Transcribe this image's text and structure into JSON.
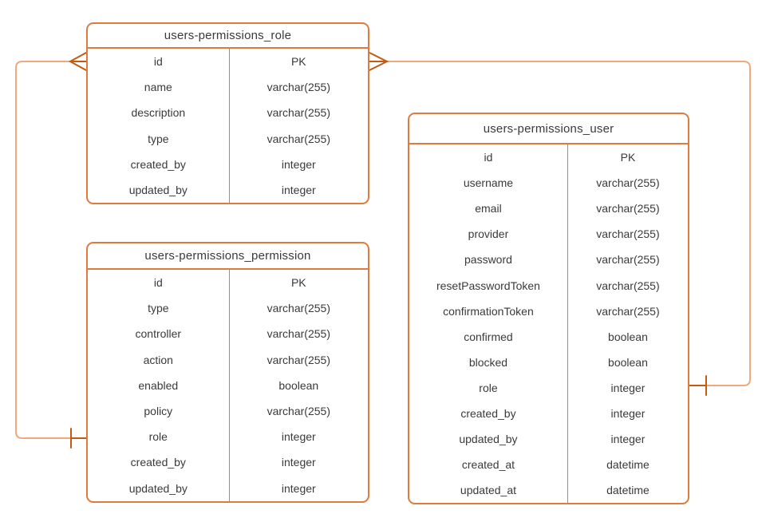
{
  "colors": {
    "background": "#ffffff",
    "table_border": "#DF7B3D",
    "connector_line": "#F0A87E",
    "marker": "#C35A11",
    "text": "#3A3A3A"
  },
  "tables": [
    {
      "title": "users-permissions_role",
      "rows": [
        {
          "field": "id",
          "type": "PK"
        },
        {
          "field": "name",
          "type": "varchar(255)"
        },
        {
          "field": "description",
          "type": "varchar(255)"
        },
        {
          "field": "type",
          "type": "varchar(255)"
        },
        {
          "field": "created_by",
          "type": "integer"
        },
        {
          "field": "updated_by",
          "type": "integer"
        }
      ]
    },
    {
      "title": "users-permissions_permission",
      "rows": [
        {
          "field": "id",
          "type": "PK"
        },
        {
          "field": "type",
          "type": "varchar(255)"
        },
        {
          "field": "controller",
          "type": "varchar(255)"
        },
        {
          "field": "action",
          "type": "varchar(255)"
        },
        {
          "field": "enabled",
          "type": "boolean"
        },
        {
          "field": "policy",
          "type": "varchar(255)"
        },
        {
          "field": "role",
          "type": "integer"
        },
        {
          "field": "created_by",
          "type": "integer"
        },
        {
          "field": "updated_by",
          "type": "integer"
        }
      ]
    },
    {
      "title": "users-permissions_user",
      "rows": [
        {
          "field": "id",
          "type": "PK"
        },
        {
          "field": "username",
          "type": "varchar(255)"
        },
        {
          "field": "email",
          "type": "varchar(255)"
        },
        {
          "field": "provider",
          "type": "varchar(255)"
        },
        {
          "field": "password",
          "type": "varchar(255)"
        },
        {
          "field": "resetPasswordToken",
          "type": "varchar(255)"
        },
        {
          "field": "confirmationToken",
          "type": "varchar(255)"
        },
        {
          "field": "confirmed",
          "type": "boolean"
        },
        {
          "field": "blocked",
          "type": "boolean"
        },
        {
          "field": "role",
          "type": "integer"
        },
        {
          "field": "created_by",
          "type": "integer"
        },
        {
          "field": "updated_by",
          "type": "integer"
        },
        {
          "field": "created_at",
          "type": "datetime"
        },
        {
          "field": "updated_at",
          "type": "datetime"
        }
      ]
    }
  ],
  "relations": [
    {
      "from_table": "users-permissions_role",
      "from_field": "id",
      "from_marker": "crow-foot-many",
      "to_table": "users-permissions_permission",
      "to_field": "role",
      "to_marker": "one-tick"
    },
    {
      "from_table": "users-permissions_role",
      "from_field": "id",
      "from_marker": "crow-foot-many",
      "to_table": "users-permissions_user",
      "to_field": "role",
      "to_marker": "one-tick"
    }
  ]
}
